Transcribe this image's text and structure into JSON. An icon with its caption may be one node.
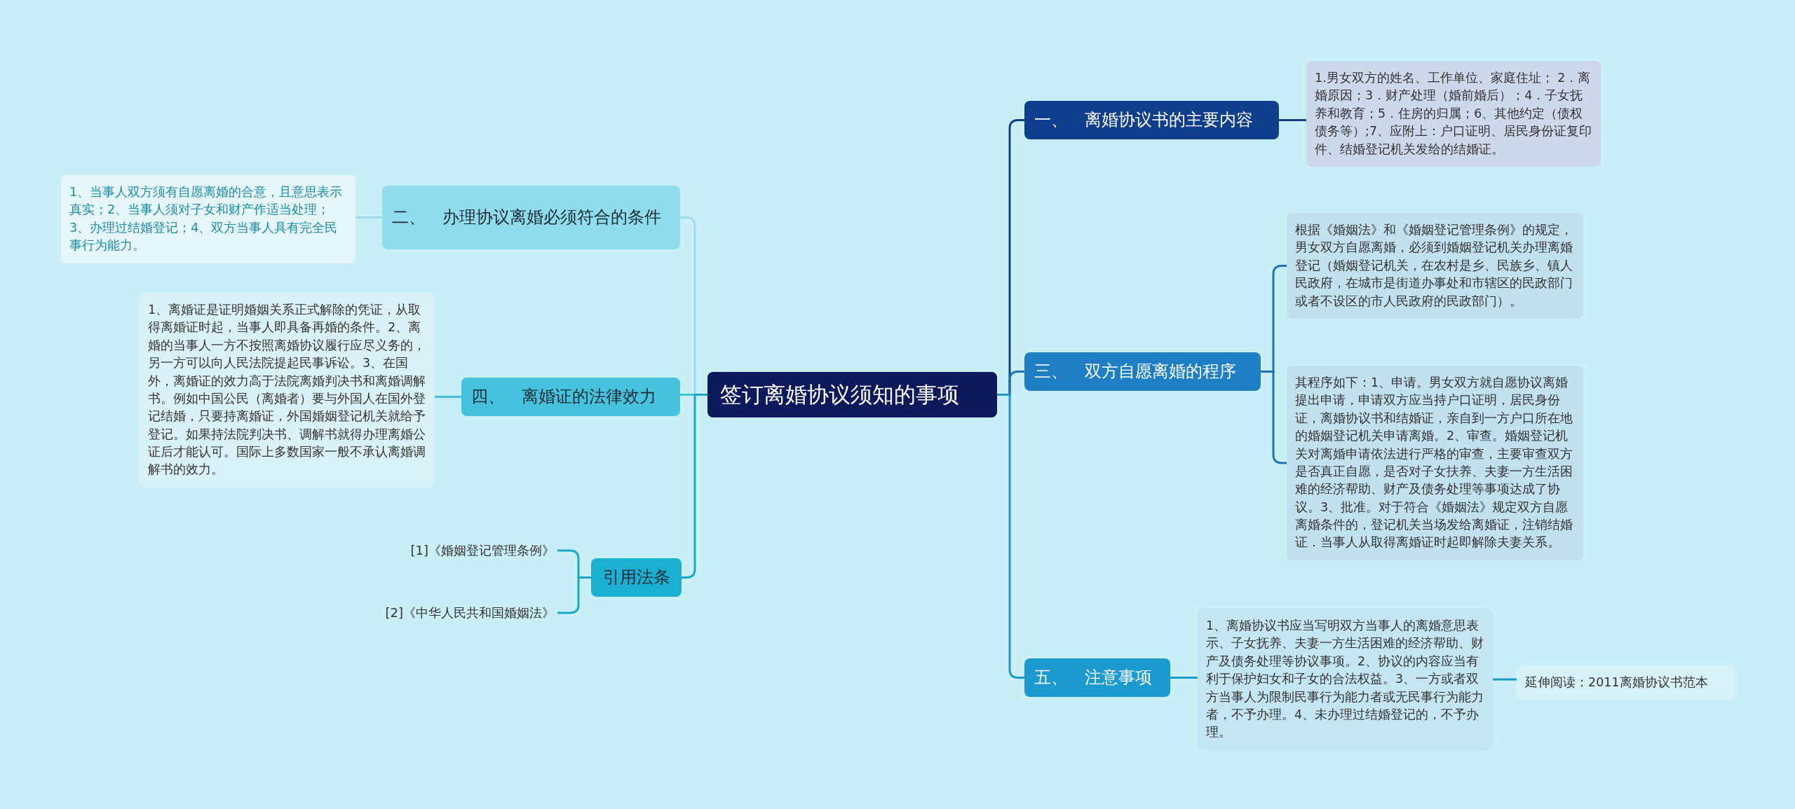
{
  "diagram": {
    "nodes": [
      {
        "text": [
          "签订离婚协议须知的事项"
        ]
      },
      {
        "text": [
          "二、　办理协议离婚必须符合的条件"
        ]
      },
      {
        "text": [
          "1、当事人双方须有自愿离婚的合意，且意思表示真实；2、当事人须对子女和财产作适当处理；3、办理过结婚登记；4、双方当事人具有完全民事行为能力。"
        ]
      },
      {
        "text": [
          "四、　离婚证的法律效力"
        ]
      },
      {
        "text": [
          "1、离婚证是证明婚姻关系正式解除的凭证，从取得离婚证时起，当事人即具备再婚的条件。2、离婚的当事人一方不按照离婚协议履行应尽义务的，另一方可以向人民法院提起民事诉讼。3、在国外，离婚证的效力高于法院离婚判决书和离婚调解书。例如中国公民（离婚者）要与外国人在国外登记结婚，只要持离婚证，外国婚姻登记机关就给予登记。如果持法院判决书、调解书就得办理离婚公证后才能认可。国际上多数国家一般不承认离婚调解书的效力。"
        ]
      },
      {
        "text": [
          "引用法条"
        ]
      },
      {
        "text": [
          "[1]《婚姻登记管理条例》"
        ]
      },
      {
        "text": [
          "[2]《中华人民共和国婚姻法》"
        ]
      },
      {
        "text": [
          "一、　离婚协议书的主要内容"
        ]
      },
      {
        "text": [
          "1.男女双方的姓名、工作单位、家庭住址； 2．离婚原因；3．财产处理（婚前婚后）；4．子女抚养和教育；5．住房的归属；6、其他约定（债权债务等）;7、应附上：户口证明、居民身份证复印件、结婚登记机关发给的结婚证。"
        ]
      },
      {
        "text": [
          "三、　双方自愿离婚的程序"
        ]
      },
      {
        "text": [
          "根据《婚姻法》和《婚姻登记管理条例》的规定，男女双方自愿离婚，必须到婚姻登记机关办理离婚登记（婚姻登记机关，在农村是乡、民族乡、镇人民政府，在城市是街道办事处和市辖区的民政部门或者不设区的市人民政府的民政部门）。"
        ]
      },
      {
        "text": [
          "其程序如下：1、申请。男女双方就自愿协议离婚提出申请，申请双方应当持户口证明，居民身份证，离婚协议书和结婚证，亲自到一方户口所在地的婚姻登记机关申请离婚。2、审查。婚姻登记机关对离婚申请依法进行严格的审查，主要审查双方是否真正自愿，是否对子女扶养、夫妻一方生活困难的经济帮助、财产及债务处理等事项达成了协议。3、批准。对于符合《婚姻法》规定双方自愿离婚条件的，登记机关当场发给离婚证，注销结婚证．当事人从取得离婚证时起即解除夫妻关系。"
        ]
      },
      {
        "text": [
          "五、　注意事项"
        ]
      },
      {
        "text": [
          "1、离婚协议书应当写明双方当事人的离婚意思表示、子女抚养、夫妻一方生活困难的经济帮助、财产及债务处理等协议事项。2、协议的内容应当有利于保护妇女和子女的合法权益。3、一方或者双方当事人为限制民事行为能力者或无民事行为能力者，不予办理。4、未办理过结婚登记的，不予办理。"
        ]
      },
      {
        "text": [
          "延伸阅读：2011离婚协议书范本"
        ]
      }
    ],
    "edges": [
      {
        "from": 0,
        "to": 1,
        "arrow": "none",
        "color": "#9fdcea"
      },
      {
        "from": 1,
        "to": 2,
        "arrow": "none",
        "color": "#9fdcea"
      },
      {
        "from": 0,
        "to": 3,
        "arrow": "none"
      },
      {
        "from": 3,
        "to": 4,
        "arrow": "none"
      },
      {
        "from": 0,
        "to": 5,
        "arrow": "none",
        "color": "#1aa9cc"
      },
      {
        "from": 5,
        "to": 6,
        "arrow": "none",
        "color": "#1aa9cc"
      },
      {
        "from": 5,
        "to": 7,
        "arrow": "none",
        "color": "#1aa9cc"
      },
      {
        "from": 0,
        "to": 8,
        "arrow": "none",
        "color": "#133f85"
      },
      {
        "from": 8,
        "to": 9,
        "arrow": "none",
        "color": "#133f85"
      },
      {
        "from": 0,
        "to": 10,
        "arrow": "none",
        "color": "#1f72b8"
      },
      {
        "from": 10,
        "to": 11,
        "arrow": "none",
        "color": "#1f72b8"
      },
      {
        "from": 10,
        "to": 12,
        "arrow": "none",
        "color": "#1f72b8"
      },
      {
        "from": 0,
        "to": 13,
        "arrow": "none",
        "color": "#1d98cc"
      },
      {
        "from": 13,
        "to": 14,
        "arrow": "none",
        "color": "#1d98cc"
      },
      {
        "from": 14,
        "to": 15,
        "arrow": "none",
        "color": "#1d98cc"
      }
    ]
  }
}
